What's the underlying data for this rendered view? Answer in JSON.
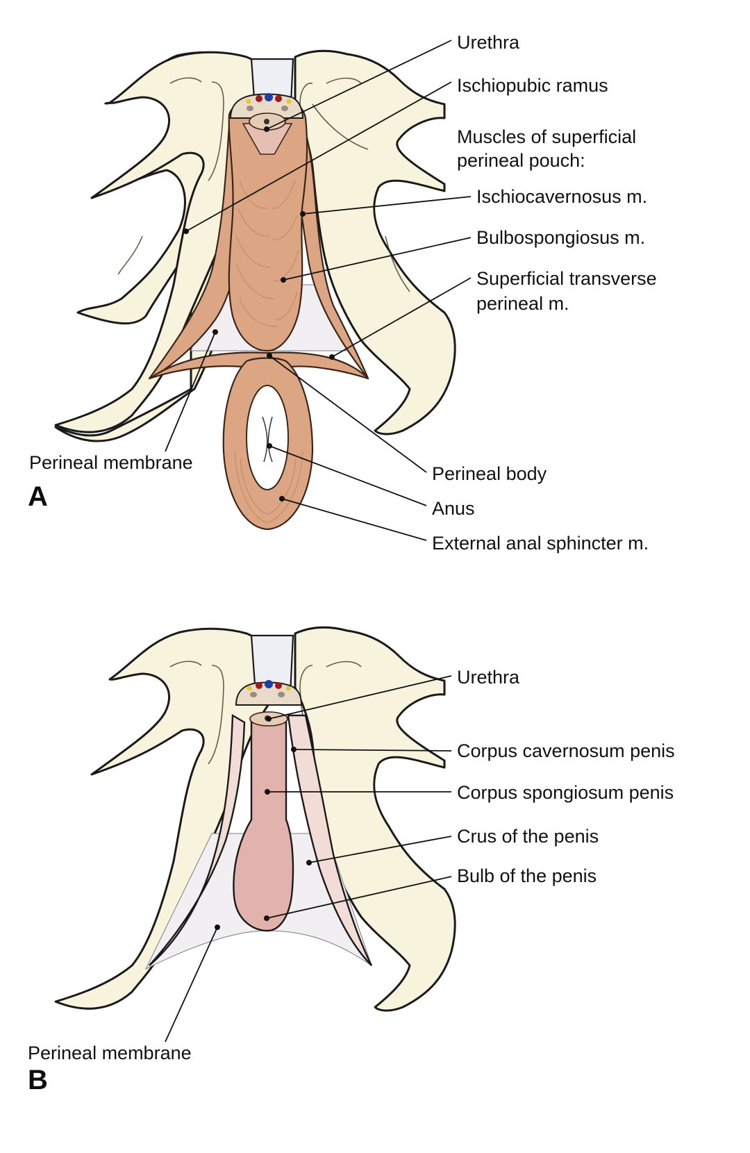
{
  "figure": {
    "panels": [
      {
        "id": "A",
        "letter": "A",
        "heading": {
          "lines": [
            "Muscles of superficial",
            "perineal pouch:"
          ]
        },
        "labels": [
          {
            "key": "urethra",
            "text": "Urethra"
          },
          {
            "key": "ischiopubic_ramus",
            "text": "Ischiopubic ramus"
          },
          {
            "key": "ischiocavernosus",
            "text": "Ischiocavernosus m."
          },
          {
            "key": "bulbospongiosus",
            "text": "Bulbospongiosus m."
          },
          {
            "key": "superficial_transverse_perineal",
            "text": "Superficial transverse",
            "text2": "perineal m."
          },
          {
            "key": "perineal_membrane",
            "text": "Perineal membrane"
          },
          {
            "key": "perineal_body",
            "text": "Perineal body"
          },
          {
            "key": "anus",
            "text": "Anus"
          },
          {
            "key": "external_anal_sphincter",
            "text": "External anal sphincter m."
          }
        ]
      },
      {
        "id": "B",
        "letter": "B",
        "labels": [
          {
            "key": "urethra",
            "text": "Urethra"
          },
          {
            "key": "corpus_cavernosum",
            "text": "Corpus cavernosum penis"
          },
          {
            "key": "corpus_spongiosum",
            "text": "Corpus spongiosum penis"
          },
          {
            "key": "crus",
            "text": "Crus of the penis"
          },
          {
            "key": "bulb",
            "text": "Bulb of the penis"
          },
          {
            "key": "perineal_membrane",
            "text": "Perineal membrane"
          }
        ]
      }
    ],
    "colors": {
      "bone": "#f7f3dc",
      "muscle": "#dca684",
      "erectile_tissue": "#e2b2ac",
      "crus_tissue": "#f1dcd6",
      "membrane": "#f1eff2",
      "vein": "#1c3fa8",
      "artery": "#9b1b1b",
      "nerve": "#e8c62a"
    }
  }
}
